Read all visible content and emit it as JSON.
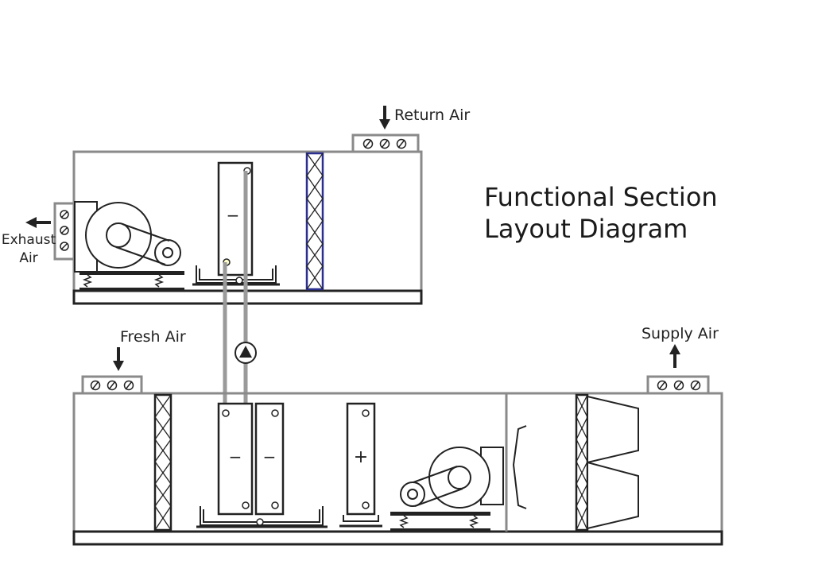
{
  "title": {
    "line1": "Functional Section",
    "line2": "Layout Diagram"
  },
  "labels": {
    "return_air": "Return Air",
    "exhaust_line1": "Exhaust",
    "exhaust_line2": "Air",
    "fresh_air": "Fresh Air",
    "supply_air": "Supply Air"
  },
  "coil_signs": {
    "upper_coil": "−",
    "lower_coil_1": "−",
    "lower_coil_2": "−",
    "heating_coil": "+"
  },
  "colors": {
    "casing": "#8a8a8a",
    "line": "#222222",
    "filter_accent": "#2b2f8f",
    "pipe": "#9a9a9a"
  }
}
